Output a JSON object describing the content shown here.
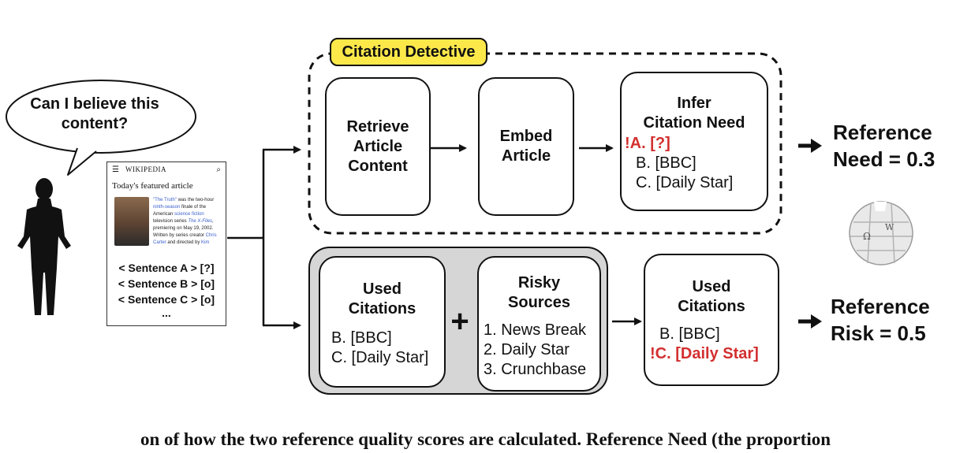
{
  "bubble": {
    "text": "Can I believe this content?"
  },
  "phone": {
    "site_name": "WIKIPEDIA",
    "featured": "Today's featured article",
    "blurb": {
      "link1": "\"The Truth\"",
      "p1": " was the two-hour ",
      "link2": "ninth-season",
      "p2": " finale of the American ",
      "link3": "science fiction",
      "p3": " television series ",
      "link4": "The X-Files",
      "p4": ", premiering on May 19, 2002. Written by series creator ",
      "link5": "Chris Carter",
      "p5": " and directed by ",
      "link6": "Kim"
    },
    "sentences": [
      "< Sentence A > [?]",
      "< Sentence B > [o]",
      "< Sentence C > [o]",
      "..."
    ]
  },
  "detective": {
    "label": "Citation Detective",
    "retrieve": [
      "Retrieve",
      "Article",
      "Content"
    ],
    "embed": [
      "Embed",
      "Article"
    ],
    "infer_title": [
      "Infer",
      "Citation Need"
    ],
    "infer_items": [
      {
        "mark": "!",
        "text": "A. [?]"
      },
      {
        "mark": "",
        "text": "B. [BBC]"
      },
      {
        "mark": "",
        "text": "C. [Daily Star]"
      }
    ]
  },
  "risk": {
    "used_title": [
      "Used",
      "Citations"
    ],
    "used_items": [
      "B. [BBC]",
      "C. [Daily Star]"
    ],
    "plus": "+",
    "risky_title": [
      "Risky",
      "Sources"
    ],
    "risky_items": [
      "1. News Break",
      "2. Daily Star",
      "3. Crunchbase"
    ],
    "result_title": [
      "Used",
      "Citations"
    ],
    "result_items": [
      {
        "mark": "",
        "text": "B. [BBC]"
      },
      {
        "mark": "!",
        "text": "C. [Daily Star]"
      }
    ]
  },
  "scores": {
    "need": [
      "Reference",
      "Need = 0.3"
    ],
    "risk": [
      "Reference",
      "Risk = 0.5"
    ]
  },
  "caption": "on of how the two reference quality scores are calculated. Reference Need (the proportion",
  "colors": {
    "highlight": "#fde84a",
    "alert": "#d32f2f",
    "link": "#3a5fcd",
    "panel": "#d6d6d6"
  }
}
